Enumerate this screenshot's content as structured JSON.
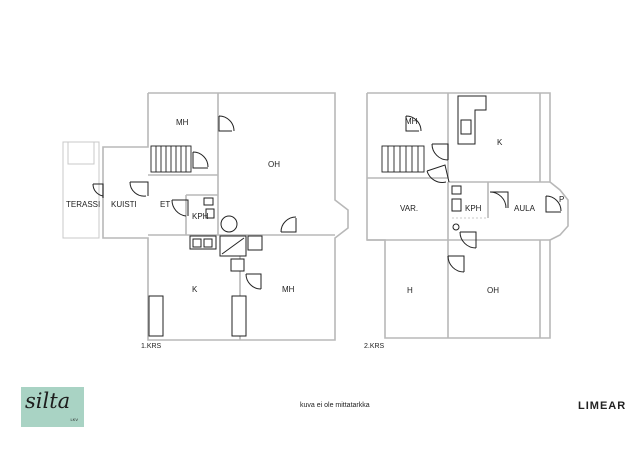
{
  "floor1": {
    "label": "1.KRS",
    "rooms": {
      "mh_top": "MH",
      "oh": "OH",
      "terassi": "TERASSI",
      "kuisti": "KUISTI",
      "et": "ET",
      "kph": "KPH",
      "k": "K",
      "mh_bottom": "MH"
    }
  },
  "floor2": {
    "label": "2.KRS",
    "rooms": {
      "mh": "MH",
      "k": "K",
      "var": "VAR.",
      "kph": "KPH",
      "aula": "AULA",
      "p": "P",
      "h": "H",
      "oh": "OH"
    }
  },
  "logo": {
    "text": "silta",
    "sub": "LKV"
  },
  "note": "kuva ei ole mittatarkka",
  "brand": "LIMEAR"
}
